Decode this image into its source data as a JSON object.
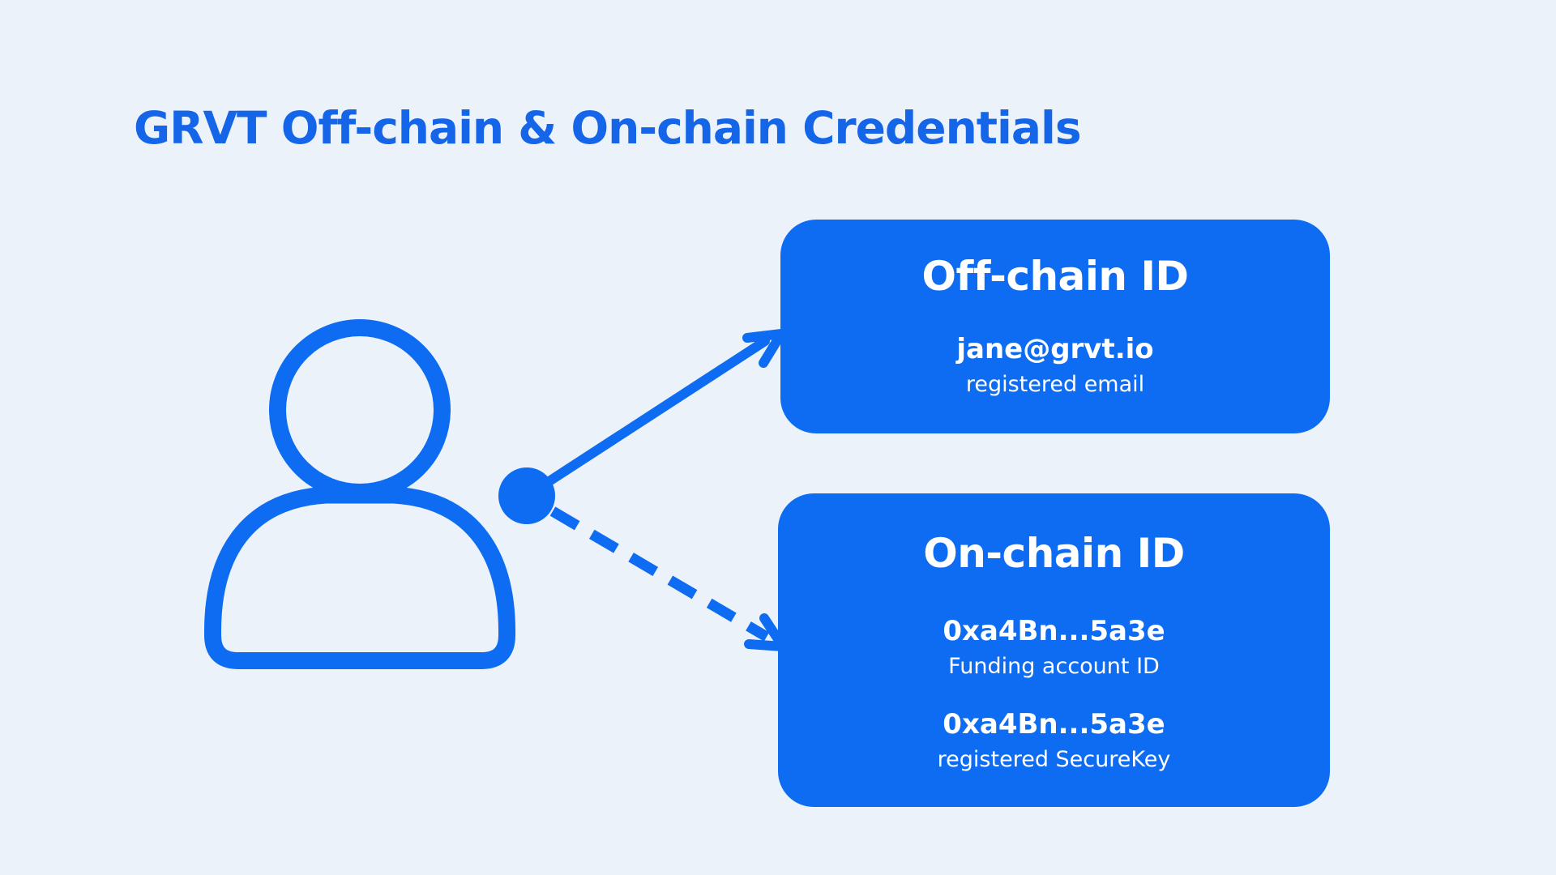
{
  "page": {
    "title": "GRVT Off-chain & On-chain Credentials",
    "colors": {
      "accent": "#0D6CF2",
      "background": "#EBF2FA",
      "card_text": "#FFFFFF",
      "title_text": "#1465E8"
    }
  },
  "diagram": {
    "user_icon": "user-silhouette",
    "connectors": [
      {
        "style": "solid",
        "from": "user",
        "to": "offchain-id-card"
      },
      {
        "style": "dashed",
        "from": "user",
        "to": "onchain-id-card"
      }
    ],
    "offchain_card": {
      "title": "Off-chain ID",
      "credentials": [
        {
          "value": "jane@grvt.io",
          "label": "registered email"
        }
      ]
    },
    "onchain_card": {
      "title": "On-chain ID",
      "credentials": [
        {
          "value": "0xa4Bn...5a3e",
          "label": "Funding account ID"
        },
        {
          "value": "0xa4Bn...5a3e",
          "label": "registered SecureKey"
        }
      ]
    }
  }
}
